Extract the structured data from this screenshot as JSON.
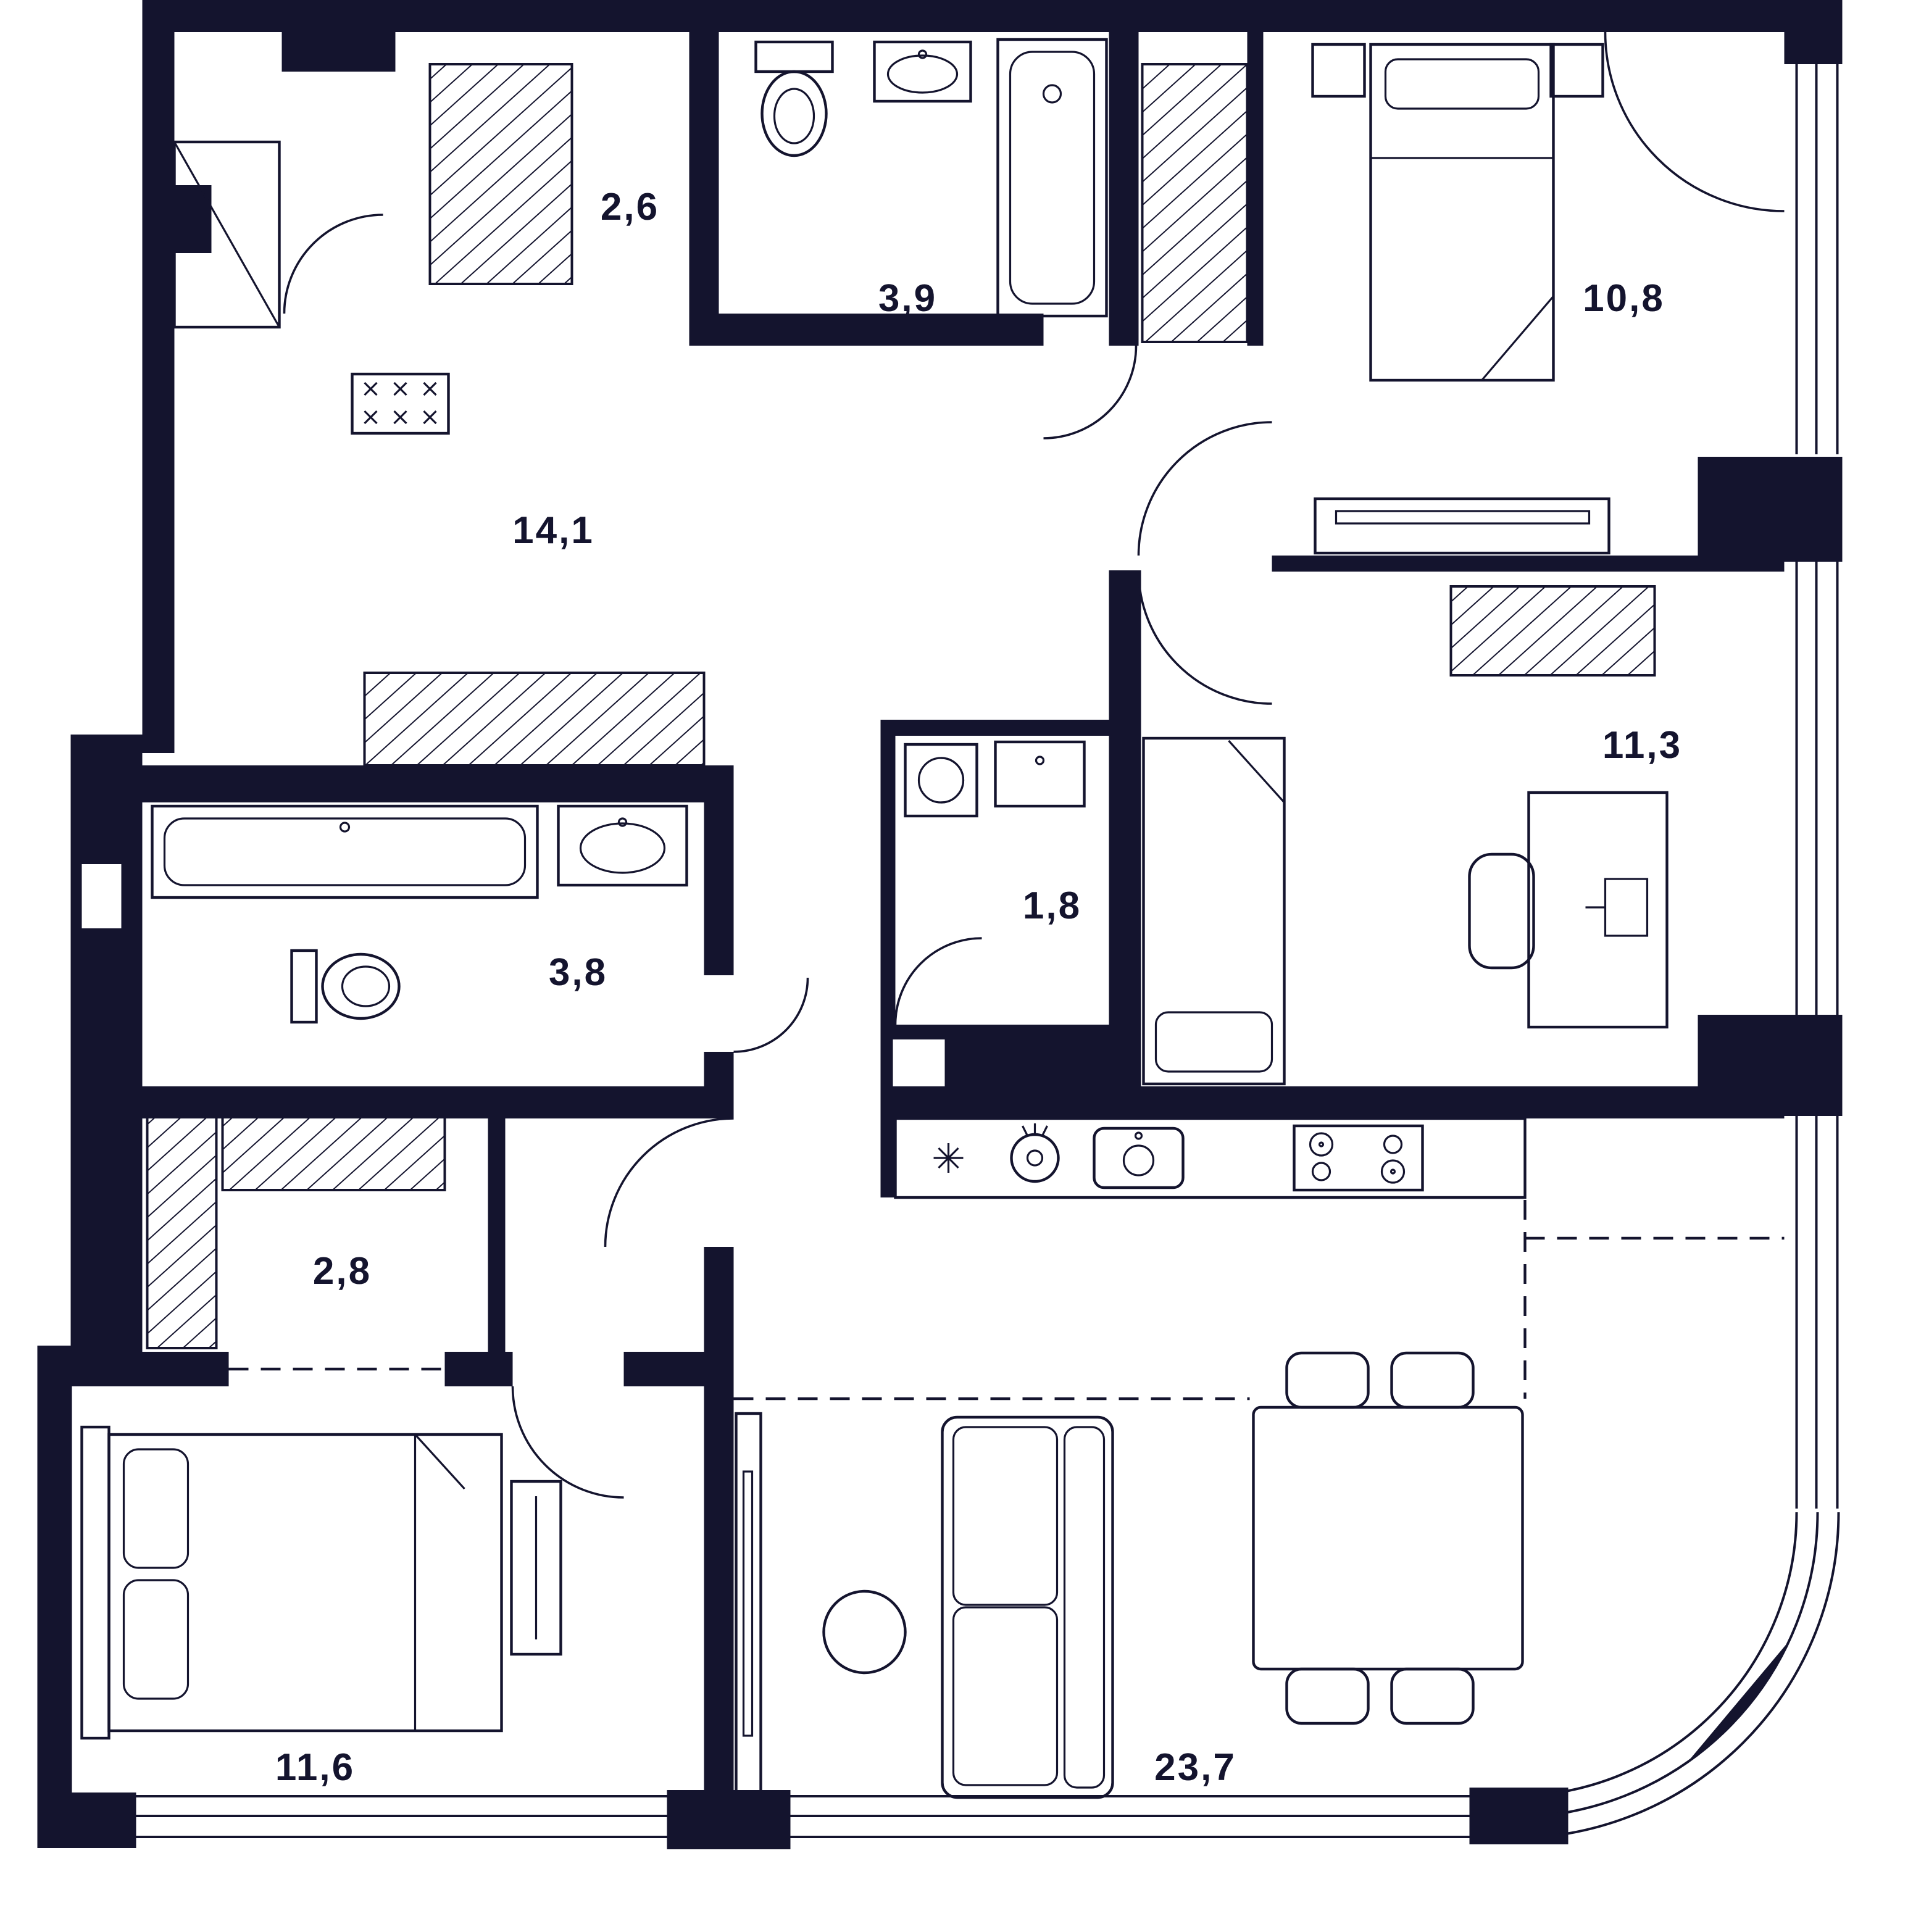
{
  "plan": {
    "rooms": [
      {
        "name": "wardrobe-top",
        "area": "2,6"
      },
      {
        "name": "bathroom-top",
        "area": "3,9"
      },
      {
        "name": "bedroom-right",
        "area": "10,8"
      },
      {
        "name": "hallway",
        "area": "14,1"
      },
      {
        "name": "bedroom-middle",
        "area": "11,3"
      },
      {
        "name": "bathroom-left",
        "area": "3,8"
      },
      {
        "name": "wc-laundry",
        "area": "1,8"
      },
      {
        "name": "closet-lower",
        "area": "2,8"
      },
      {
        "name": "bedroom-bottom",
        "area": "11,6"
      },
      {
        "name": "living-kitchen",
        "area": "23,7"
      }
    ]
  },
  "colors": {
    "ink": "#14142e",
    "bg": "#ffffff"
  }
}
